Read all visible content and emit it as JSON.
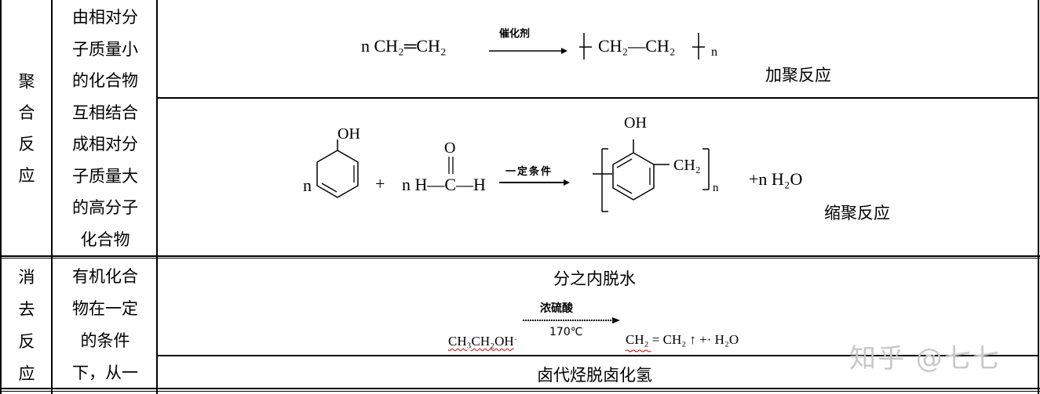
{
  "polymerization": {
    "category": [
      "聚",
      "合",
      "反",
      "应"
    ],
    "definition": [
      "由相对分",
      "子质量小",
      "的化合物",
      "互相结合",
      "成相对分",
      "子质量大",
      "的高分子",
      "化合物"
    ],
    "addition": {
      "reactant": "n CH₂═CH₂",
      "catalyst": "催化剂",
      "product_left": "CH₂—CH₂",
      "product_sub": "n",
      "label": "加聚反应"
    },
    "condensation": {
      "coef_phenol": "n",
      "oh": "OH",
      "plus": "+",
      "formaldehyde_lhs": "n H—C—H",
      "formaldehyde_o": "O",
      "condition": "一定条件",
      "product_oh": "OH",
      "product_ch2": "CH₂",
      "product_sub": "n",
      "water": "+n H₂O",
      "label": "缩聚反应"
    }
  },
  "elimination": {
    "category": [
      "消",
      "去",
      "反",
      "应"
    ],
    "definition": [
      "有机化合",
      "物在一定",
      "的条件",
      "下，从一"
    ],
    "intramolecular": {
      "title": "分之内脱水",
      "reactant": "CH₃CH₂OH",
      "dot": "·",
      "catalyst": "浓硫酸",
      "temperature": "170℃",
      "product": "CH₂ = CH₂ ↑ +· H₂O"
    },
    "dehydrohalogenation": {
      "title": "卤代烃脱卤化氢"
    }
  },
  "watermark": "知乎 @七七"
}
